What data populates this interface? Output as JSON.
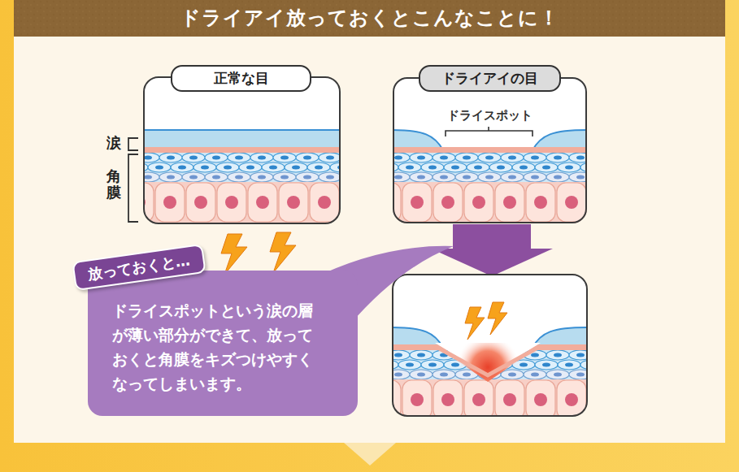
{
  "diagram": {
    "title": "ドライアイ放っておくとこんなことに！",
    "nodes": [
      {
        "text": [
          "正常な目"
        ]
      },
      {
        "text": [
          "ドライアイの目"
        ]
      },
      {
        "text": [
          "ドライスポット"
        ]
      },
      {
        "text": [
          "ドライスポットという涙の層が薄い部分ができて、放っておくと角膜をキズつけやすくなってしまいます。"
        ]
      },
      {
        "text": [
          "放っておくと…"
        ],
        "in": 3
      }
    ],
    "labels": [
      "涙",
      "角膜"
    ]
  }
}
